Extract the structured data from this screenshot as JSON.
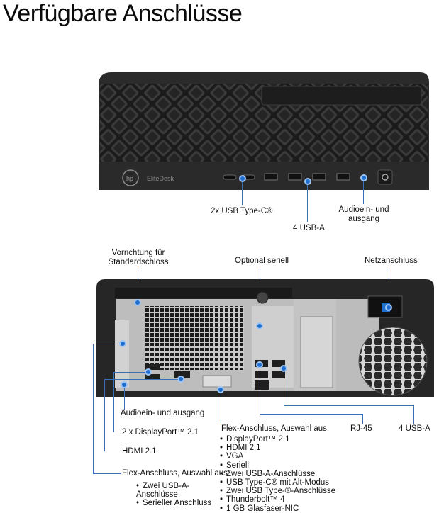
{
  "title": "Verfügbare Anschlüsse",
  "front": {
    "brand": "EliteDesk",
    "labels": {
      "usb_c": "2x USB Type-C®",
      "usb_a": "4 USB-A",
      "audio": "Audioein- und ausgang"
    }
  },
  "back": {
    "labels": {
      "lock": "Vorrichtung für Standardschloss",
      "serial": "Optional seriell",
      "power": "Netzanschluss",
      "audio": "Audioein- und ausgang",
      "displayport": "2 x DisplayPort™ 2.1",
      "hdmi": "HDMI 2.1",
      "flex_left": "Flex-Anschluss, Auswahl aus:",
      "flex_mid": "Flex-Anschluss, Auswahl aus:",
      "rj45": "RJ-45",
      "usb_a": "4 USB-A"
    },
    "flex_left_options": [
      "Zwei USB-A-Anschlüsse",
      "Serieller Anschluss"
    ],
    "flex_mid_options": [
      "DisplayPort™ 2.1",
      "HDMI 2.1",
      "VGA",
      "Seriell",
      "Zwei USB-A-Anschlüsse",
      "USB Type-C® mit Alt-Modus",
      "Zwei USB Type-®-Anschlüsse",
      "Thunderbolt™ 4",
      "1 GB Glasfaser-NIC"
    ]
  },
  "colors": {
    "accent": "#1f6fd1",
    "line": "#3a6fb5",
    "case": "#2a2a2a"
  }
}
